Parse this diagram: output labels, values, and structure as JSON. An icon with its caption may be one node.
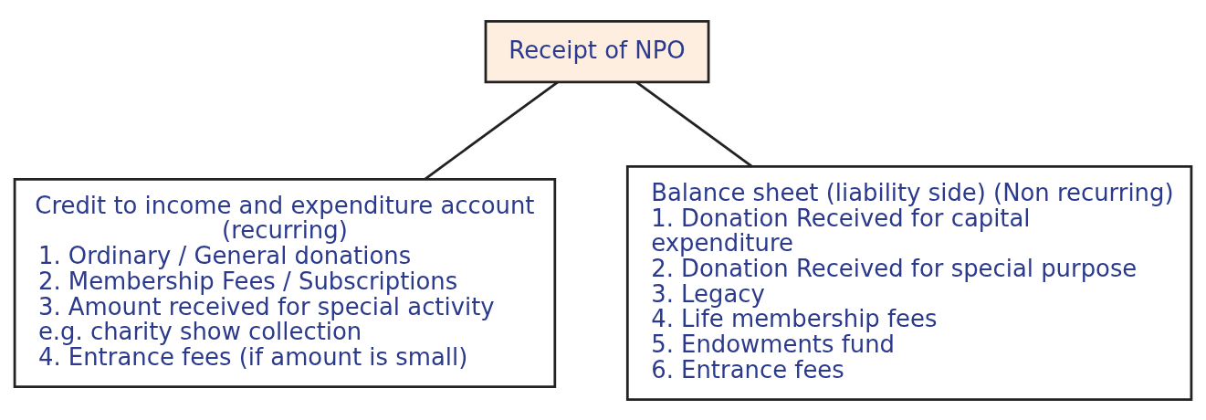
{
  "diagram": {
    "nodes": [
      {
        "text": [
          "Receipt of NPO"
        ]
      },
      {
        "text": [
          "Credit to income and expenditure account (recurring)",
          "1. Ordinary / General donations",
          "2. Membership Fees / Subscriptions",
          "3. Amount received for special activity e.g. charity show collection",
          "4. Entrance fees (if amount is small)"
        ]
      },
      {
        "text": [
          "Balance sheet (liability side) (Non recurring)",
          "1. Donation Received for capital expenditure",
          "2. Donation Received for special purpose",
          "3. Legacy",
          "4. Life membership fees",
          "5. Endowments fund",
          "6. Entrance fees"
        ]
      }
    ],
    "edges": [
      {
        "from": 0,
        "to": 1,
        "arrow": "none"
      },
      {
        "from": 0,
        "to": 2,
        "arrow": "none"
      }
    ]
  }
}
